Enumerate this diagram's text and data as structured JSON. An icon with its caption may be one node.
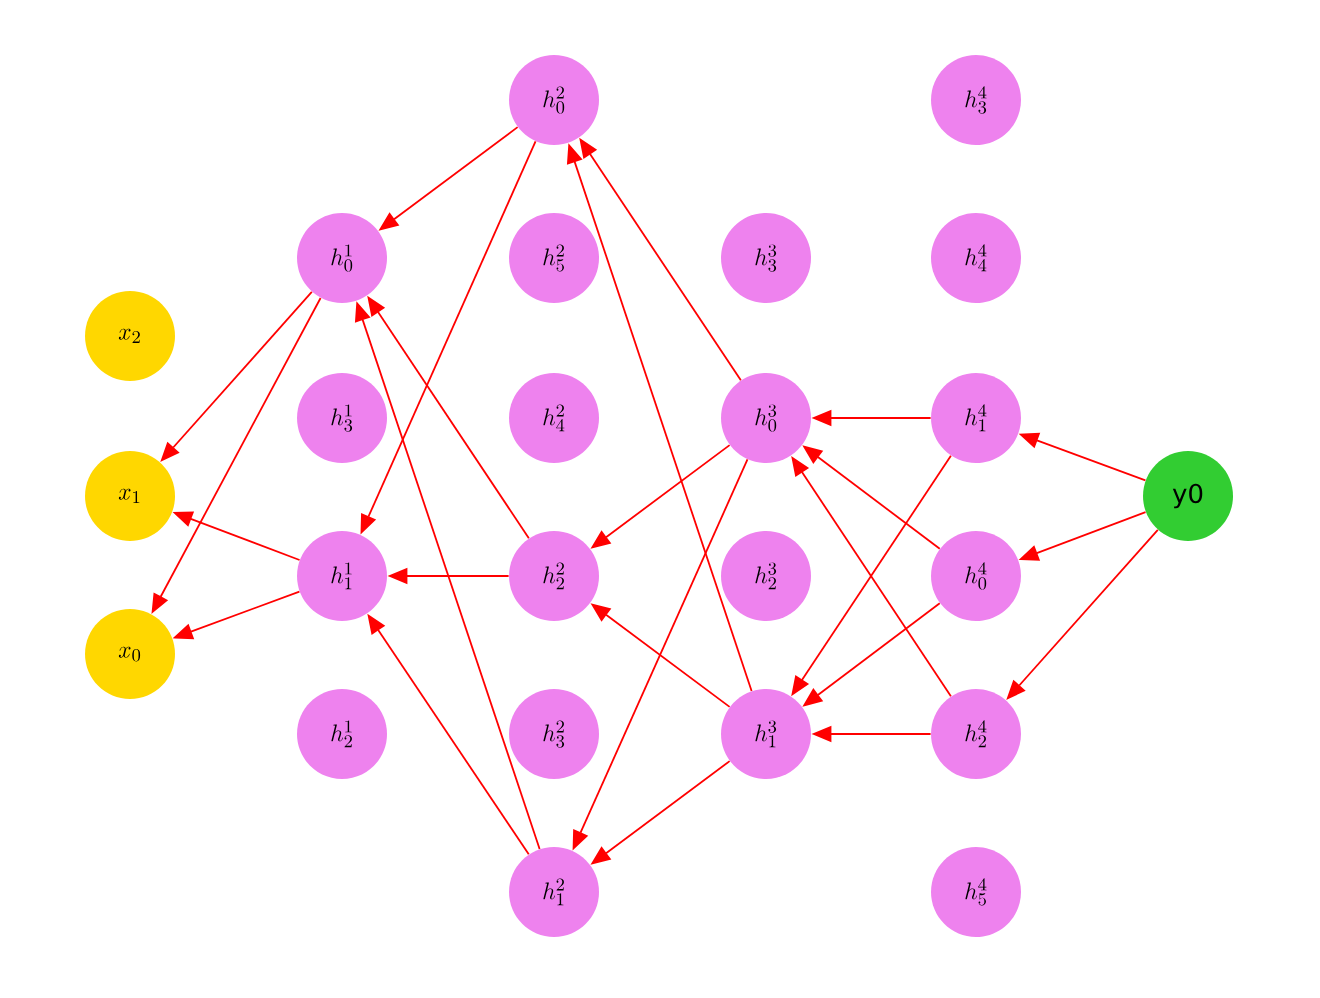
{
  "diagram": {
    "nodes": [
      {
        "text": [
          "x_{2}"
        ]
      },
      {
        "text": [
          "x_{1}"
        ]
      },
      {
        "text": [
          "x_{0}"
        ]
      },
      {
        "text": [
          "h^{1}_{0}"
        ]
      },
      {
        "text": [
          "h^{1}_{3}"
        ]
      },
      {
        "text": [
          "h^{1}_{1}"
        ]
      },
      {
        "text": [
          "h^{1}_{2}"
        ]
      },
      {
        "text": [
          "h^{2}_{0}"
        ]
      },
      {
        "text": [
          "h^{2}_{5}"
        ]
      },
      {
        "text": [
          "h^{2}_{4}"
        ]
      },
      {
        "text": [
          "h^{2}_{2}"
        ]
      },
      {
        "text": [
          "h^{2}_{3}"
        ]
      },
      {
        "text": [
          "h^{2}_{1}"
        ]
      },
      {
        "text": [
          "h^{3}_{3}"
        ]
      },
      {
        "text": [
          "h^{3}_{0}"
        ]
      },
      {
        "text": [
          "h^{3}_{2}"
        ]
      },
      {
        "text": [
          "h^{3}_{1}"
        ]
      },
      {
        "text": [
          "h^{4}_{3}"
        ]
      },
      {
        "text": [
          "h^{4}_{4}"
        ]
      },
      {
        "text": [
          "h^{4}_{1}"
        ]
      },
      {
        "text": [
          "h^{4}_{0}"
        ]
      },
      {
        "text": [
          "h^{4}_{2}"
        ]
      },
      {
        "text": [
          "h^{4}_{5}"
        ]
      },
      {
        "text": [
          "y0"
        ]
      }
    ],
    "edges": [
      {
        "from": 7,
        "to": 3,
        "arrow": "to"
      },
      {
        "from": 3,
        "to": 1,
        "arrow": "to"
      },
      {
        "from": 3,
        "to": 2,
        "arrow": "to"
      },
      {
        "from": 5,
        "to": 1,
        "arrow": "to"
      },
      {
        "from": 5,
        "to": 2,
        "arrow": "to"
      },
      {
        "from": 7,
        "to": 5,
        "arrow": "to"
      },
      {
        "from": 10,
        "to": 3,
        "arrow": "to"
      },
      {
        "from": 10,
        "to": 5,
        "arrow": "to"
      },
      {
        "from": 12,
        "to": 3,
        "arrow": "to"
      },
      {
        "from": 12,
        "to": 5,
        "arrow": "to"
      },
      {
        "from": 14,
        "to": 7,
        "arrow": "to"
      },
      {
        "from": 16,
        "to": 7,
        "arrow": "to"
      },
      {
        "from": 14,
        "to": 10,
        "arrow": "to"
      },
      {
        "from": 14,
        "to": 12,
        "arrow": "to"
      },
      {
        "from": 16,
        "to": 10,
        "arrow": "to"
      },
      {
        "from": 16,
        "to": 12,
        "arrow": "to"
      },
      {
        "from": 19,
        "to": 14,
        "arrow": "to"
      },
      {
        "from": 19,
        "to": 16,
        "arrow": "to"
      },
      {
        "from": 20,
        "to": 14,
        "arrow": "to"
      },
      {
        "from": 20,
        "to": 16,
        "arrow": "to"
      },
      {
        "from": 21,
        "to": 14,
        "arrow": "to"
      },
      {
        "from": 21,
        "to": 16,
        "arrow": "to"
      },
      {
        "from": 23,
        "to": 19,
        "arrow": "to"
      },
      {
        "from": 23,
        "to": 20,
        "arrow": "to"
      },
      {
        "from": 23,
        "to": 21,
        "arrow": "to"
      }
    ]
  }
}
